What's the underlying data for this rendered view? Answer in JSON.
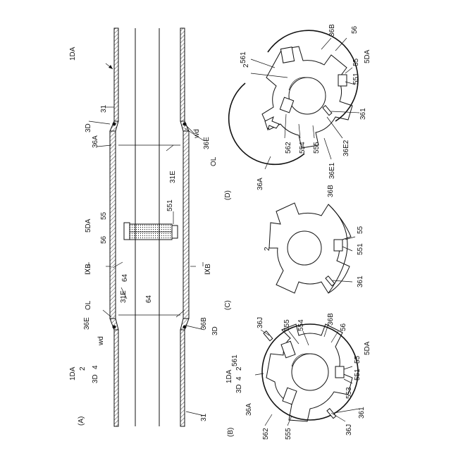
{
  "labels": {
    "fig_a": "(A)",
    "fig_b": "(B)",
    "fig_c": "(C)",
    "fig_d": "(D)",
    "l_1DA": "1DA",
    "l_3D": "3D",
    "l_4": "4",
    "l_2": "2",
    "l_31": "31",
    "l_36A": "36A",
    "l_36B": "36B",
    "l_36E": "36E",
    "l_36J": "36J",
    "l_OL": "OL",
    "l_wd": "wd",
    "l_31E": "31E",
    "l_64": "64",
    "l_5DA": "5DA",
    "l_55": "55",
    "l_56": "56",
    "l_551": "551",
    "l_553": "553",
    "l_554": "554",
    "l_555": "555",
    "l_561": "561",
    "l_562": "562",
    "l_361": "361",
    "l_36E1": "36E1",
    "l_36E2": "36E2",
    "l_IXB": "ⅨB"
  }
}
